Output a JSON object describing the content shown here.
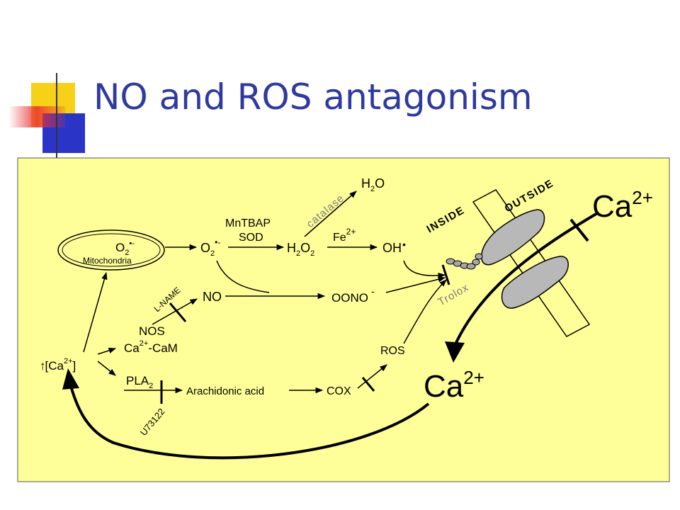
{
  "slide": {
    "title": "NO and ROS antagonism",
    "colors": {
      "title": "#2f3a9e",
      "panel_bg": "#ffff99",
      "deco_yellow": "#f7d117",
      "deco_blue": "#2a35c8",
      "deco_red": "#e83030"
    }
  },
  "diagram": {
    "region_inside": "INSIDE",
    "region_outside": "OUTSIDE",
    "ca_outside": {
      "base": "Ca",
      "sup": "2+"
    },
    "ca_inside": {
      "base": "Ca",
      "sup": "2+"
    },
    "mitochondria": {
      "species": "O",
      "sub": "2",
      "sup": "•-",
      "label": "Mitochondria"
    },
    "superoxide": {
      "base": "O",
      "sub": "2",
      "sup": "•-"
    },
    "mntbap": "MnTBAP",
    "sod": "SOD",
    "h2o2": {
      "a": "H",
      "s1": "2",
      "b": "O",
      "s2": "2"
    },
    "catalase": "catalase",
    "h2o": {
      "a": "H",
      "s1": "2",
      "b": "O"
    },
    "fe": {
      "base": "Fe",
      "sup": "2+"
    },
    "oh": "OH",
    "oh_dot": "•",
    "no": "NO",
    "oono": {
      "base": "OONO",
      "sup": "-"
    },
    "lname": "L-NAME",
    "nos": "NOS",
    "ca_cam": {
      "a": "Ca",
      "sup": "2+",
      "b": "-CaM"
    },
    "ca_intracellular": {
      "arrow": "↑",
      "open": "[Ca",
      "sup": "2+",
      "close": "]"
    },
    "pla2": {
      "base": "PLA",
      "sub": "2"
    },
    "arachidonic_acid": "Arachidonic acid",
    "cox": "COX",
    "ros": "ROS",
    "trolox": "Trolox",
    "u73122": "U73122"
  }
}
